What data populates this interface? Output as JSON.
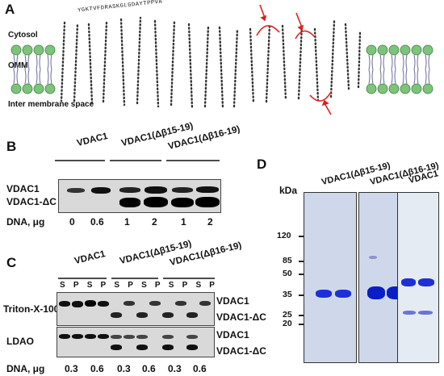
{
  "panels": {
    "A": {
      "letter": "A",
      "labels": {
        "cytosol": "Cytosol",
        "omm": "OMM",
        "ims": "Inter membrane space"
      },
      "sequence_top": "YGKTVFDRASKGLGDAYTPPVA"
    },
    "B": {
      "letter": "B",
      "groups": [
        "VDAC1",
        "VDAC1(Δβ15-19)",
        "VDAC1(Δβ16-19)"
      ],
      "band_labels": [
        "VDAC1",
        "VDAC1-ΔC"
      ],
      "dna_label": "DNA, μg",
      "dna_values": [
        "0",
        "0.6",
        "1",
        "2",
        "1",
        "2"
      ]
    },
    "C": {
      "letter": "C",
      "groups": [
        "VDAC1",
        "VDAC1(Δβ15-19)",
        "VDAC1(Δβ16-19)"
      ],
      "lanes": [
        "S",
        "P",
        "S",
        "P",
        "S",
        "P",
        "S",
        "P",
        "S",
        "P",
        "S",
        "P"
      ],
      "rows": [
        "Triton-X-100",
        "LDAO"
      ],
      "band_labels": [
        "VDAC1",
        "VDAC1-ΔC",
        "VDAC1",
        "VDAC1-ΔC"
      ],
      "dna_label": "DNA, μg",
      "dna_values": [
        "0.3",
        "0.6",
        "0.3",
        "0.6",
        "0.3",
        "0.6"
      ]
    },
    "D": {
      "letter": "D",
      "unit": "kDa",
      "markers": [
        "120",
        "85",
        "50",
        "35",
        "25",
        "20"
      ],
      "lanes": [
        "VDAC1(Δβ15-19)",
        "VDAC1(Δβ16-19)",
        "VDAC1"
      ]
    }
  },
  "colors": {
    "membrane_head": "#7cc47a",
    "arrow": "#d6231f",
    "gel_bg": "#cfd8ea",
    "gel_band": "#1e2fd8",
    "blot_bg": "#d9d9d9"
  }
}
